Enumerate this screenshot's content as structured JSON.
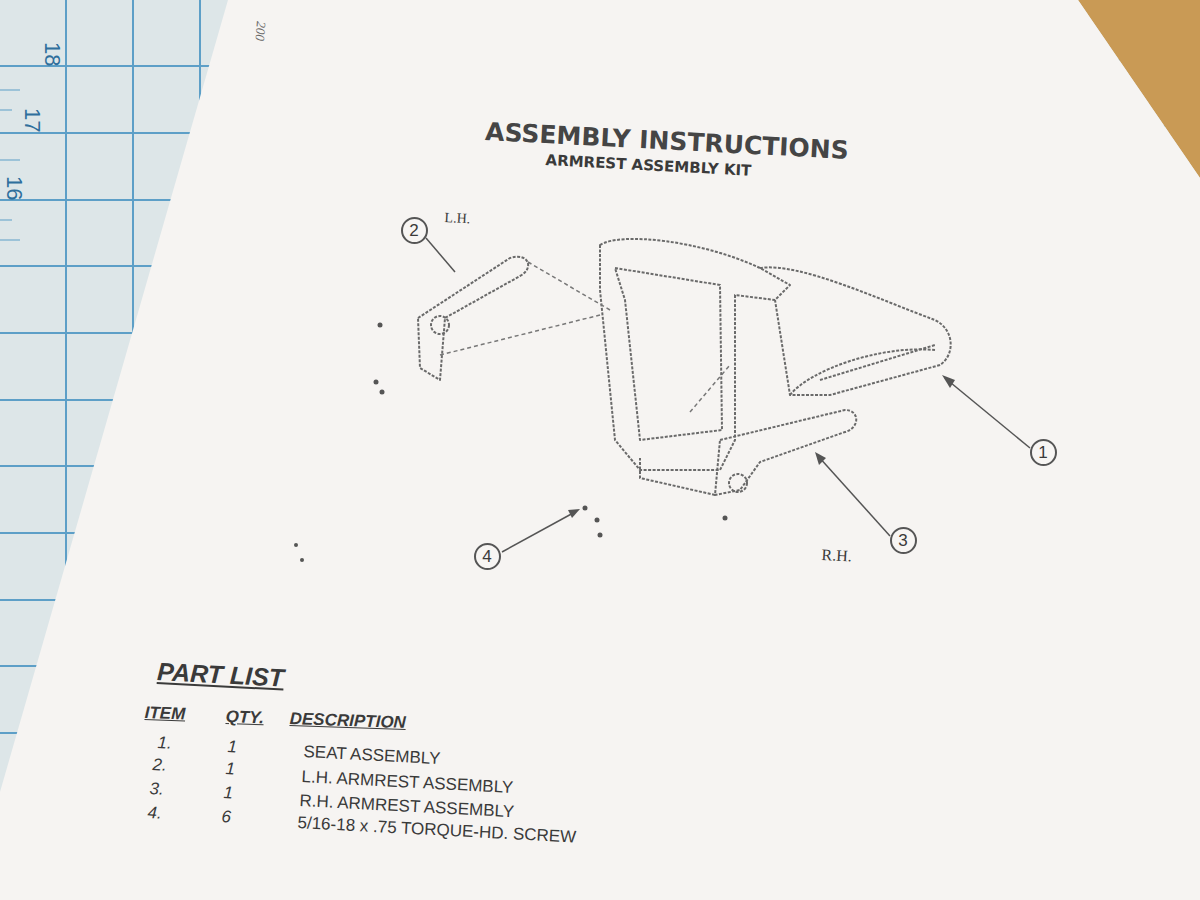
{
  "diagram": {
    "title": "ASSEMBLY INSTRUCTIONS",
    "nodes": [
      {
        "text": [
          "2"
        ]
      },
      {
        "text": [
          "1"
        ]
      },
      {
        "text": [
          "3"
        ]
      },
      {
        "text": [
          "4"
        ]
      }
    ],
    "labels": [
      "200",
      "18",
      "17",
      "16",
      "ARMREST ASSEMBLY KIT",
      "L.H.",
      "R.H.",
      "PART LIST",
      "ITEM",
      "QTY.",
      "DESCRIPTION",
      "1.",
      "1",
      "SEAT ASSEMBLY",
      "2.",
      "1",
      "L.H. ARMREST ASSEMBLY",
      "3.",
      "1",
      "R.H. ARMREST ASSEMBLY",
      "4.",
      "6",
      "5/16-18 x .75 TORQUE-HD. SCREW"
    ]
  }
}
